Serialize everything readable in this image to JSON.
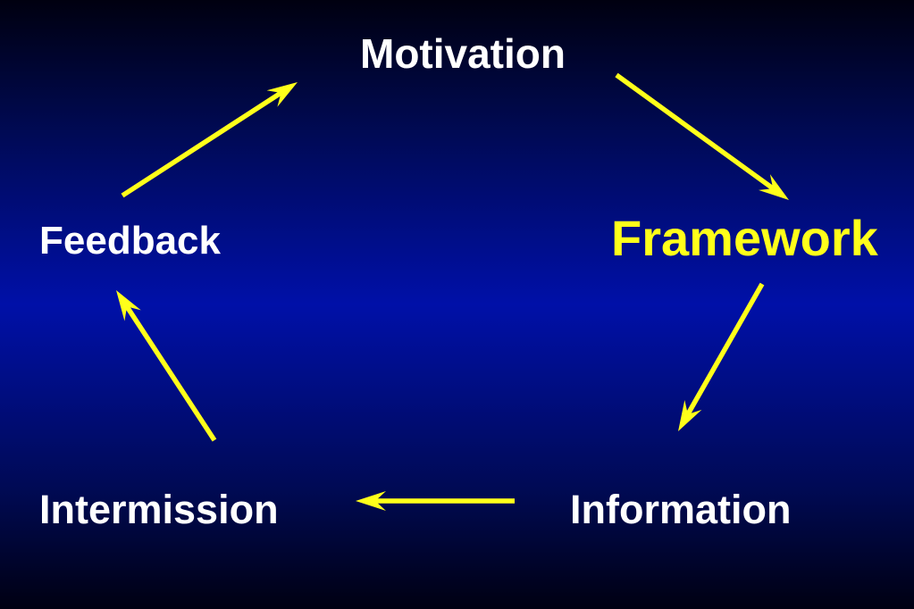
{
  "colors": {
    "label": "#ffffff",
    "highlight": "#ffff1a",
    "arrow": "#ffff1a"
  },
  "nodes": {
    "motivation": {
      "label": "Motivation",
      "highlighted": false
    },
    "framework": {
      "label": "Framework",
      "highlighted": true
    },
    "information": {
      "label": "Information",
      "highlighted": false
    },
    "intermission": {
      "label": "Intermission",
      "highlighted": false
    },
    "feedback": {
      "label": "Feedback",
      "highlighted": false
    }
  },
  "edges": [
    {
      "from": "motivation",
      "to": "framework"
    },
    {
      "from": "framework",
      "to": "information"
    },
    {
      "from": "information",
      "to": "intermission"
    },
    {
      "from": "intermission",
      "to": "feedback"
    },
    {
      "from": "feedback",
      "to": "motivation"
    }
  ]
}
